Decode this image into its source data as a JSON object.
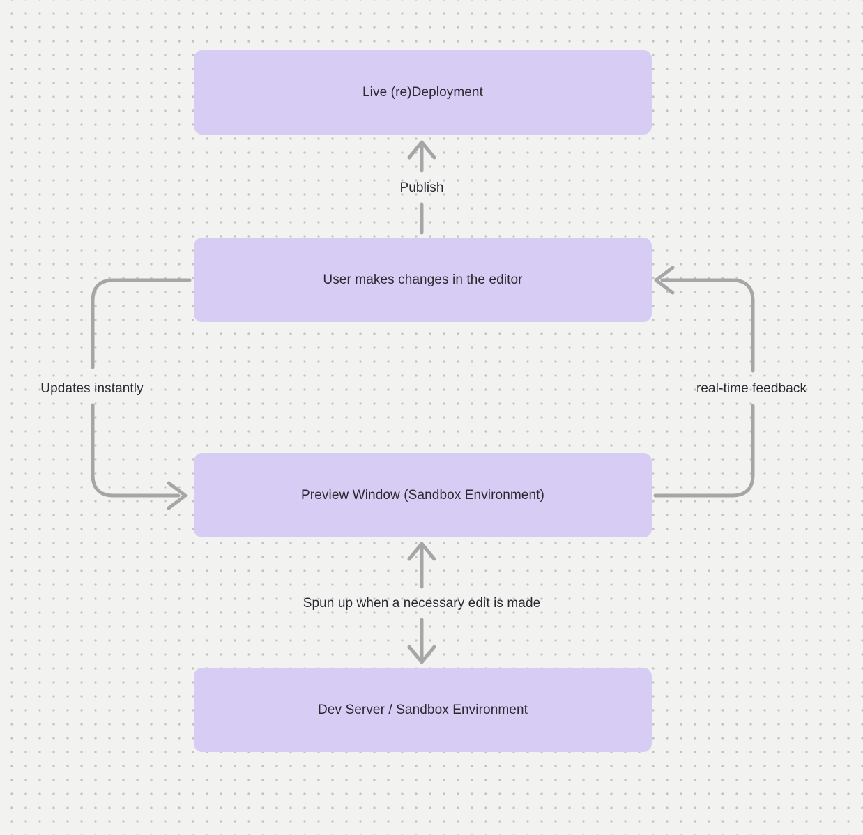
{
  "diagram": {
    "type": "flowchart",
    "background_color": "#f2f2f1",
    "dot_grid_color": "#c2c1c4",
    "node_fill_color": "#d7cdf4",
    "connector_color": "#a7a6a7",
    "text_color": "#2b2930",
    "nodes": [
      {
        "id": "live-deployment",
        "label": "Live (re)Deployment"
      },
      {
        "id": "editor",
        "label": "User makes changes in the editor"
      },
      {
        "id": "preview-window",
        "label": "Preview Window (Sandbox Environment)"
      },
      {
        "id": "dev-server",
        "label": "Dev Server / Sandbox Environment"
      }
    ],
    "edges": [
      {
        "from": "editor",
        "to": "live-deployment",
        "label": "Publish",
        "style": "straight-up-arrow"
      },
      {
        "from": "editor",
        "to": "preview-window",
        "label": "Updates instantly",
        "style": "left-loop-arrow"
      },
      {
        "from": "preview-window",
        "to": "editor",
        "label": "real-time feedback",
        "style": "right-loop-arrow"
      },
      {
        "from": "dev-server",
        "to": "preview-window",
        "label": "Spun up when a necessary edit is made",
        "style": "straight-bidirectional-arrow"
      }
    ]
  }
}
